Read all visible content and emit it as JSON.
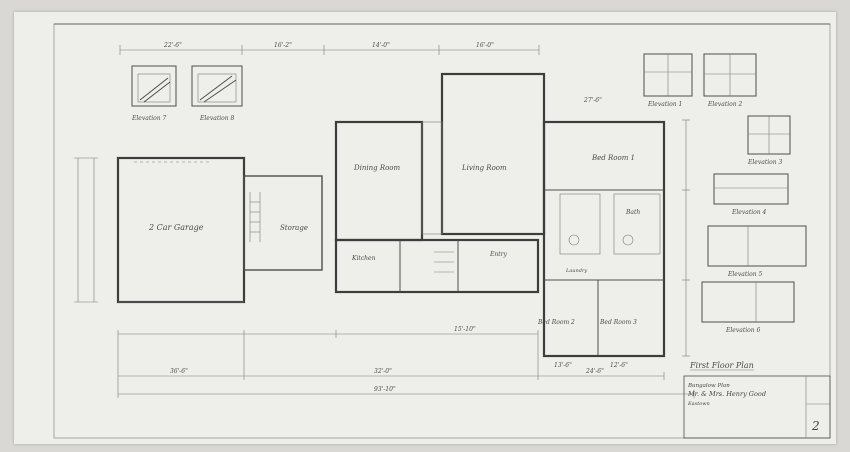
{
  "rooms": {
    "garage": "2 Car Garage",
    "storage": "Storage",
    "dining": "Dining Room",
    "living": "Living Room",
    "bed1": "Bed Room 1",
    "bed2": "Bed Room 2",
    "bed3": "Bed Room 3",
    "kitchen": "Kitchen",
    "entry": "Entry",
    "bath": "Bath",
    "laundry": "Laundry"
  },
  "elevations": {
    "e1": "Elevation 1",
    "e2": "Elevation 2",
    "e3": "Elevation 3",
    "e4": "Elevation 4",
    "e5": "Elevation 5",
    "e6": "Elevation 6",
    "e7": "Elevation 7",
    "e8": "Elevation 8"
  },
  "dimensions": {
    "d1": "22'-6\"",
    "d2": "16'-2\"",
    "d3": "14'-0\"",
    "d4": "16'-0\"",
    "d5": "27'-6\"",
    "d6": "15'-10\"",
    "d7": "13'-6\"",
    "d8": "12'-6\"",
    "d9": "36'-6\"",
    "d10": "32'-0\"",
    "d11": "24'-6\"",
    "d12": "93'-10\""
  },
  "title_block": {
    "sheet_title": "First Floor Plan",
    "line1": "Bungalow Plan",
    "line2": "Mr. & Mrs. Henry Good",
    "line3": "Eastown",
    "sheet_no": "2"
  }
}
